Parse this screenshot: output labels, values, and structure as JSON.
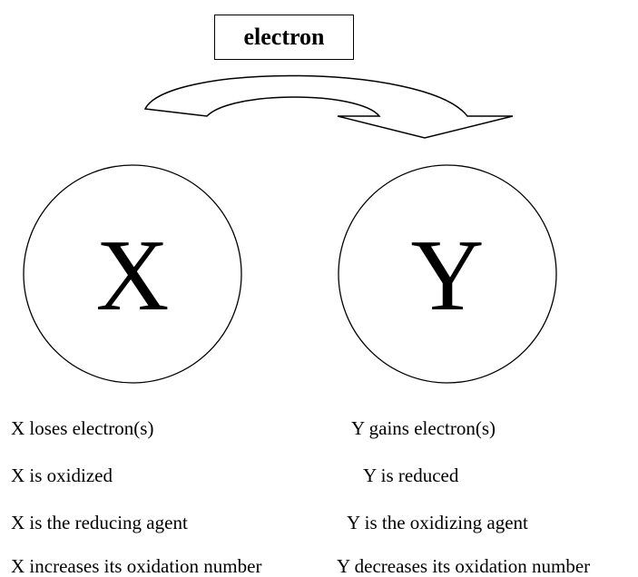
{
  "arrow_label": "electron",
  "species": {
    "x": {
      "symbol": "X",
      "statements": [
        "X loses electron(s)",
        "X is oxidized",
        "X is the reducing agent",
        "X increases its oxidation number"
      ]
    },
    "y": {
      "symbol": "Y",
      "statements": [
        "Y gains electron(s)",
        "Y is reduced",
        "Y is the oxidizing agent",
        "Y decreases its oxidation number"
      ]
    }
  }
}
